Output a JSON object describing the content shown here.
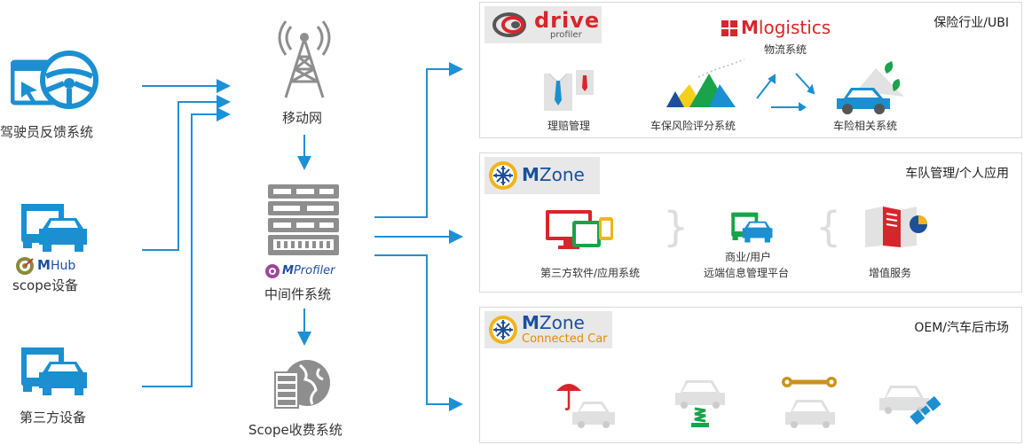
{
  "sources": {
    "driver_feedback": "驾驶员反馈系统",
    "mhub_logo_m": "M",
    "mhub_logo_rest": "Hub",
    "scope_device": "scope设备",
    "third_party_device": "第三方设备"
  },
  "middle": {
    "mobile_network": "移动网",
    "mprofiler_logo_m": "M",
    "mprofiler_logo_rest": "Profiler",
    "middleware": "中间件系统",
    "scope_billing": "Scope收费系统"
  },
  "panels": [
    {
      "title": "保险行业/UBI",
      "logo_main": "drive",
      "logo_sub": "profiler",
      "mlogistics_m": "M",
      "mlogistics_rest": "logistics",
      "mlogistics_label": "物流系统",
      "items": [
        "理赔管理",
        "车保风险评分系统",
        "车险相关系统"
      ]
    },
    {
      "title": "车队管理/个人应用",
      "logo_m": "M",
      "logo_rest": "Zone",
      "items": [
        "第三方软件/应用系统",
        "商业/用户",
        "远端信息管理平台",
        "增值服务"
      ]
    },
    {
      "title": "OEM/汽车后市场",
      "logo_m": "M",
      "logo_rest": "Zone",
      "logo_sub": "Connected Car"
    }
  ],
  "colors": {
    "blue": "#1b8fd0",
    "arrow": "#1f8fd4",
    "gray": "#9a9a9a",
    "red": "#d7262b",
    "green": "#19a34a",
    "logo_blue": "#1c4f9c",
    "orange": "#e08a0b"
  }
}
